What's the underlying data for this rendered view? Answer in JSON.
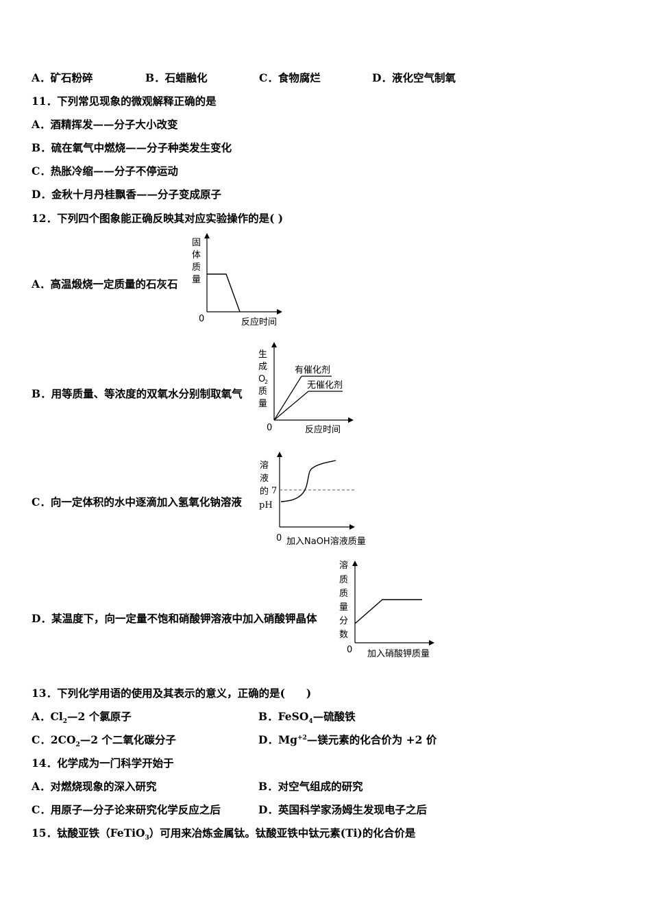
{
  "q10_options": {
    "a": "A．矿石粉碎",
    "b": "B．石蜡融化",
    "c": "C．食物腐烂",
    "d": "D．液化空气制氧"
  },
  "q11": {
    "stem": "11．下列常见现象的微观解释正确的是",
    "a": "A．酒精挥发——分子大小改变",
    "b": "B．硫在氧气中燃烧——分子种类发生变化",
    "c": "C．热胀冷缩——分子不停运动",
    "d": "D．金秋十月丹桂飘香——分子变成原子"
  },
  "q12": {
    "stem": "12．下列四个图象能正确反映其对应实验操作的是( )",
    "a": "A．高温煅烧一定质量的石灰石",
    "b": "B．用等质量、等浓度的双氧水分别制取氧气",
    "c": "C．向一定体积的水中逐滴加入氢氧化钠溶液",
    "d": "D．某温度下，向一定量不饱和硝酸钾溶液中加入硝酸钾晶体",
    "graph_a": {
      "y1": "固",
      "y2": "体",
      "y3": "质",
      "y4": "量",
      "origin": "0",
      "xlabel": "反应时间"
    },
    "graph_b": {
      "y1": "生",
      "y2": "成",
      "y3": "O",
      "y3sub": "2",
      "y4": "质",
      "y5": "量",
      "origin": "0",
      "xlabel": "反应时间",
      "line1": "有催化剂",
      "line2": "无催化剂"
    },
    "graph_c": {
      "y1": "溶",
      "y2": "液",
      "y3": "的",
      "y4": "pH",
      "tick": "7",
      "origin": "0",
      "xlabel": "加入NaOH溶液质量"
    },
    "graph_d": {
      "y1": "溶",
      "y2": "质",
      "y3": "质",
      "y4": "量",
      "y5": "分",
      "y6": "数",
      "origin": "0",
      "xlabel": "加入硝酸钾质量"
    }
  },
  "q13": {
    "stem": "13．下列化学用语的使用及其表示的意义，正确的是(　　)",
    "a_pre": "A．Cl",
    "a_sub": "2",
    "a_post": "—2 个氯原子",
    "b_pre": "B．FeSO",
    "b_sub": "4",
    "b_post": "—硫酸铁",
    "c_pre": "C．2CO",
    "c_sub": "2",
    "c_post": "—2 个二氧化碳分子",
    "d_pre": "D．Mg",
    "d_sup": "+2",
    "d_post": "—镁元素的化合价为 +2 价"
  },
  "q14": {
    "stem": "14．化学成为一门科学开始于",
    "a": "A．对燃烧现象的深入研究",
    "b": "B．对空气组成的研究",
    "c": "C．用原子—分子论来研究化学反应之后",
    "d": "D．英国科学家汤姆生发现电子之后"
  },
  "q15": {
    "stem_pre": "15．钛酸亚铁（FeTiO",
    "stem_sub": "3",
    "stem_post": "）可用来冶炼金属钛。钛酸亚铁中钛元素(Ti)的化合价是"
  }
}
